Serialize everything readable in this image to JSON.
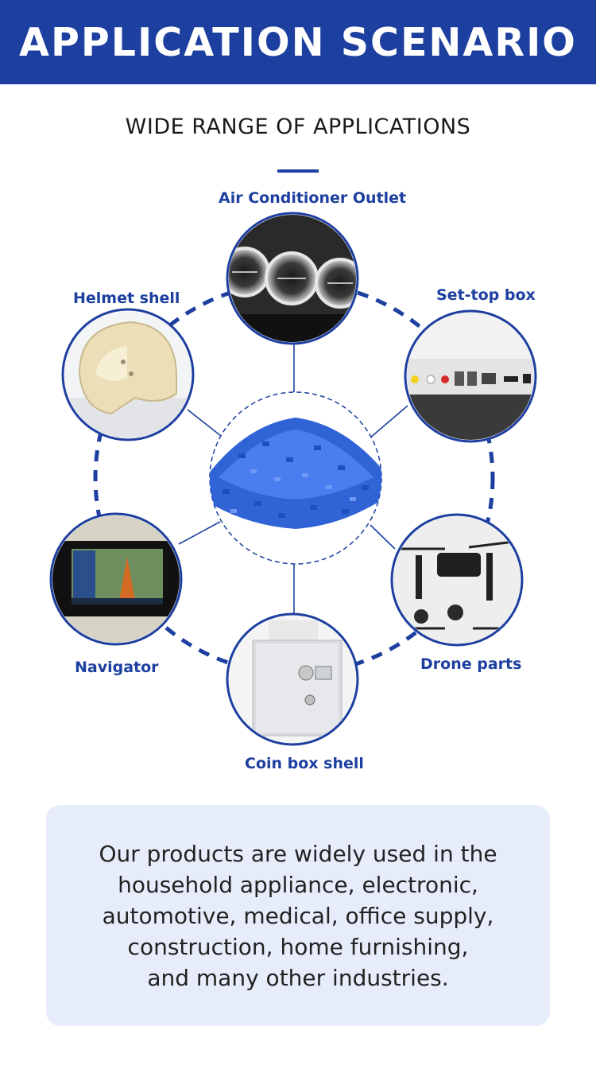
{
  "header": {
    "title": "APPLICATION SCENARIO"
  },
  "section": {
    "subtitle": "WIDE RANGE OF APPLICATIONS"
  },
  "colors": {
    "brand": "#1d3f9f",
    "panel": "#e7ecfb",
    "pellets": "#2f63d6"
  },
  "center": {
    "icon": "blue-plastic-pellets-icon"
  },
  "applications": [
    {
      "label": "Air Conditioner Outlet",
      "icon": "air-vent-icon"
    },
    {
      "label": "Set-top box",
      "icon": "set-top-box-icon"
    },
    {
      "label": "Drone parts",
      "icon": "drone-icon"
    },
    {
      "label": "Coin box shell",
      "icon": "safe-box-icon"
    },
    {
      "label": "Navigator",
      "icon": "navigator-screen-icon"
    },
    {
      "label": "Helmet shell",
      "icon": "helmet-icon"
    }
  ],
  "description": {
    "lines": [
      "Our products are widely used in the",
      "household appliance, electronic,",
      "automotive, medical, office supply,",
      "construction, home furnishing,",
      "and many other industries."
    ]
  }
}
